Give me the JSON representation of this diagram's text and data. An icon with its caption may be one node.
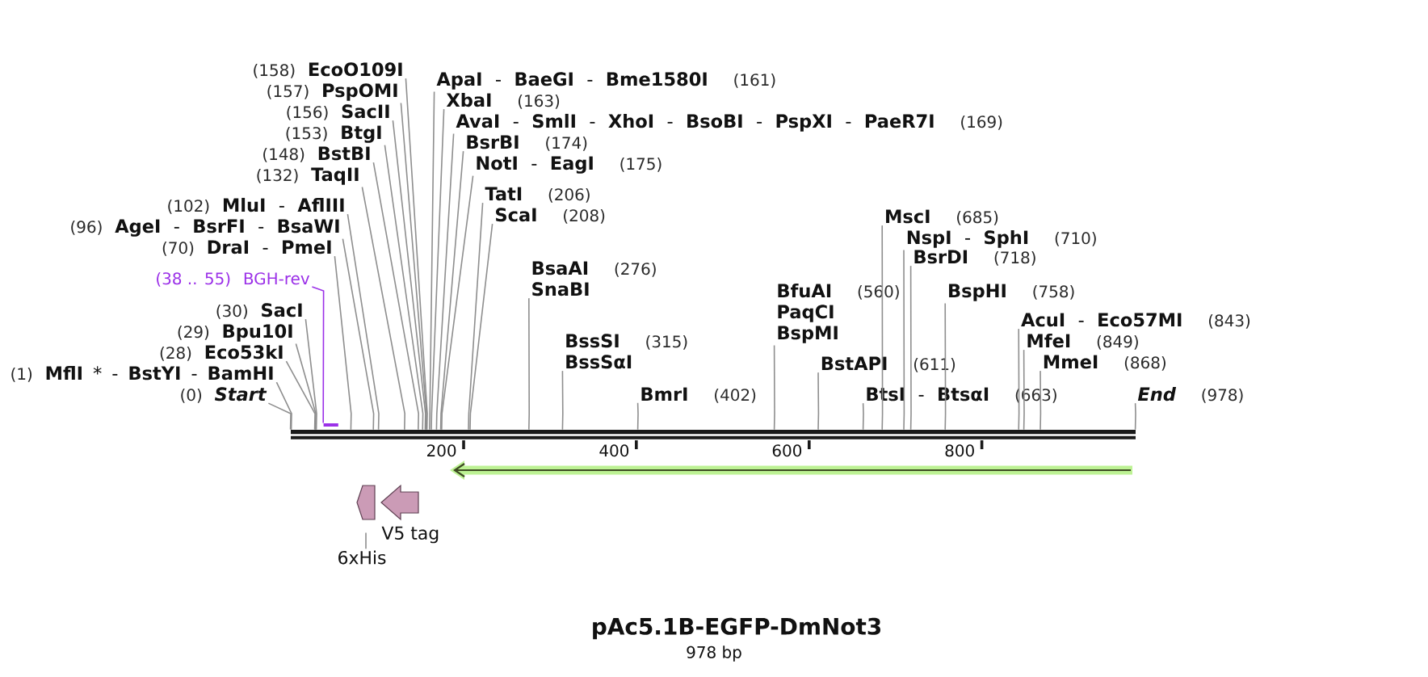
{
  "diagram": {
    "title": "pAc5.1B-EGFP-DmNot3",
    "caption": "978 bp",
    "nodes": [
      {
        "text": [
          "EcoO109I"
        ],
        "beside": [
          "(158)"
        ]
      },
      {
        "text": [
          "PspOMI"
        ],
        "beside": [
          "(157)"
        ]
      },
      {
        "text": [
          "SacII"
        ],
        "beside": [
          "(156)"
        ]
      },
      {
        "text": [
          "BtgI"
        ],
        "beside": [
          "(153)"
        ]
      },
      {
        "text": [
          "BstBI"
        ],
        "beside": [
          "(148)"
        ]
      },
      {
        "text": [
          "TaqII"
        ],
        "beside": [
          "(132)"
        ]
      },
      {
        "text": [
          "**MluI** - **AflIII**"
        ],
        "beside": [
          "(102)"
        ]
      },
      {
        "text": [
          "**AgeI** - **BsrFI** - **BsaWI**"
        ],
        "beside": [
          "(96)"
        ]
      },
      {
        "text": [
          "**DraI** - **PmeI**"
        ],
        "beside": [
          "(70)"
        ]
      },
      {
        "text": [
          "BGH-rev"
        ],
        "beside": [
          "(38 .. 55)"
        ]
      },
      {
        "text": [
          "SacI"
        ],
        "beside": [
          "(30)"
        ]
      },
      {
        "text": [
          "Bpu10I"
        ],
        "beside": [
          "(29)"
        ]
      },
      {
        "text": [
          "Eco53kI"
        ],
        "beside": [
          "(28)"
        ]
      },
      {
        "text": [
          "**MflI** * - **BstYI** - **BamHI**"
        ],
        "beside": [
          "(1)"
        ]
      },
      {
        "text": [
          "Start"
        ],
        "beside": [
          "(0)"
        ]
      },
      {
        "text": [
          "**ApaI** - **BaeGI** - **Bme1580I**"
        ],
        "beside": [
          "(161)"
        ]
      },
      {
        "text": [
          "XbaI"
        ],
        "beside": [
          "(163)"
        ]
      },
      {
        "text": [
          "**AvaI** - **SmlI** - **XhoI** - **BsoBI** - **PspXI** - **PaeR7I**"
        ],
        "beside": [
          "(169)"
        ]
      },
      {
        "text": [
          "BsrBI"
        ],
        "beside": [
          "(174)"
        ]
      },
      {
        "text": [
          "**NotI** - **EagI**"
        ],
        "beside": [
          "(175)"
        ]
      },
      {
        "text": [
          "TatI"
        ],
        "beside": [
          "(206)"
        ]
      },
      {
        "text": [
          "ScaI"
        ],
        "beside": [
          "(208)"
        ]
      },
      {
        "text": [
          "BsaAI",
          "SnaBI"
        ],
        "beside": [
          "(276)"
        ]
      },
      {
        "text": [
          "BssSI",
          "BssSαI"
        ],
        "beside": [
          "(315)"
        ]
      },
      {
        "text": [
          "BmrI"
        ],
        "beside": [
          "(402)"
        ]
      },
      {
        "text": [
          "BfuAI",
          "PaqCI",
          "BspMI"
        ],
        "beside": [
          "(560)"
        ]
      },
      {
        "text": [
          "BstAPI"
        ],
        "beside": [
          "(611)"
        ]
      },
      {
        "text": [
          "**BtsI** - **BtsαI**"
        ],
        "beside": [
          "(663)"
        ]
      },
      {
        "text": [
          "MscI"
        ],
        "beside": [
          "(685)"
        ]
      },
      {
        "text": [
          "**NspI** - **SphI**"
        ],
        "beside": [
          "(710)"
        ]
      },
      {
        "text": [
          "BsrDI"
        ],
        "beside": [
          "(718)"
        ]
      },
      {
        "text": [
          "BspHI"
        ],
        "beside": [
          "(758)"
        ]
      },
      {
        "text": [
          "**AcuI** - **Eco57MI**"
        ],
        "beside": [
          "(843)"
        ]
      },
      {
        "text": [
          "MfeI"
        ],
        "beside": [
          "(849)"
        ]
      },
      {
        "text": [
          "MmeI"
        ],
        "beside": [
          "(868)"
        ]
      },
      {
        "text": [
          "End"
        ],
        "beside": [
          "(978)"
        ]
      },
      {
        "text": [],
        "shape": "bar"
      },
      {
        "text": [],
        "shape": "bar"
      },
      {
        "text": [],
        "shape": "arrow"
      },
      {
        "text": [],
        "shape": "arrow"
      },
      {
        "text": [
          "V5 tag"
        ]
      },
      {
        "text": [
          "6xHis"
        ]
      }
    ],
    "edges": [
      {
        "from": 0,
        "to": 37,
        "arrow": "none"
      },
      {
        "from": 1,
        "to": 37,
        "arrow": "none"
      },
      {
        "from": 2,
        "to": 37,
        "arrow": "none"
      },
      {
        "from": 3,
        "to": 37,
        "arrow": "none"
      },
      {
        "from": 4,
        "to": 37,
        "arrow": "none"
      },
      {
        "from": 5,
        "to": 37,
        "arrow": "none"
      },
      {
        "from": 6,
        "to": 37,
        "arrow": "none"
      },
      {
        "from": 7,
        "to": 37,
        "arrow": "none"
      },
      {
        "from": 8,
        "to": 37,
        "arrow": "none"
      },
      {
        "from": 10,
        "to": 37,
        "arrow": "none"
      },
      {
        "from": 11,
        "to": 37,
        "arrow": "none"
      },
      {
        "from": 12,
        "to": 37,
        "arrow": "none"
      },
      {
        "from": 13,
        "to": 37,
        "arrow": "none"
      },
      {
        "from": 14,
        "to": 37,
        "arrow": "none"
      },
      {
        "from": 15,
        "to": 37,
        "arrow": "none"
      },
      {
        "from": 16,
        "to": 37,
        "arrow": "none"
      },
      {
        "from": 17,
        "to": 37,
        "arrow": "none"
      },
      {
        "from": 18,
        "to": 37,
        "arrow": "none"
      },
      {
        "from": 19,
        "to": 37,
        "arrow": "none"
      },
      {
        "from": 20,
        "to": 37,
        "arrow": "none"
      },
      {
        "from": 21,
        "to": 37,
        "arrow": "none"
      },
      {
        "from": 22,
        "to": 37,
        "arrow": "none"
      },
      {
        "from": 23,
        "to": 37,
        "arrow": "none"
      },
      {
        "from": 24,
        "to": 37,
        "arrow": "none"
      },
      {
        "from": 25,
        "to": 37,
        "arrow": "none"
      },
      {
        "from": 26,
        "to": 37,
        "arrow": "none"
      },
      {
        "from": 27,
        "to": 37,
        "arrow": "none"
      },
      {
        "from": 28,
        "to": 37,
        "arrow": "none"
      },
      {
        "from": 29,
        "to": 37,
        "arrow": "none"
      },
      {
        "from": 30,
        "to": 37,
        "arrow": "none"
      },
      {
        "from": 31,
        "to": 37,
        "arrow": "none"
      },
      {
        "from": 32,
        "to": 37,
        "arrow": "none"
      },
      {
        "from": 33,
        "to": 37,
        "arrow": "none"
      },
      {
        "from": 34,
        "to": 37,
        "arrow": "none"
      },
      {
        "from": 35,
        "to": 37,
        "arrow": "none"
      },
      {
        "from": 9,
        "to": 36,
        "arrow": "none",
        "color": "#9b30e8"
      },
      {
        "from": 41,
        "to": 39,
        "arrow": "none"
      }
    ],
    "labels": [
      "200",
      "400",
      "600",
      "800"
    ]
  }
}
